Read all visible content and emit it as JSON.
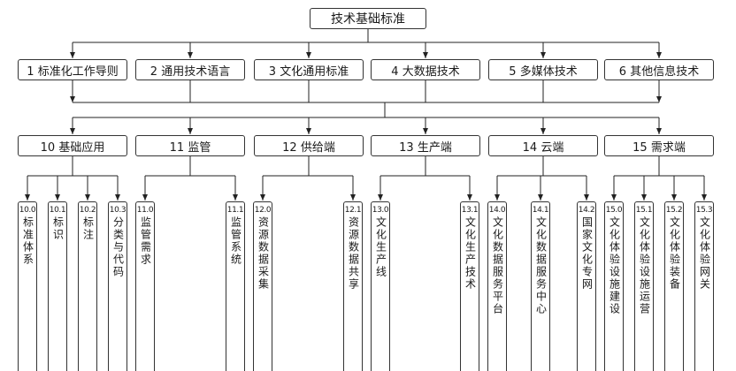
{
  "diagram": {
    "root": "技术基础标准",
    "categories": [
      "1 标准化工作导则",
      "2 通用技术语言",
      "3 文化通用标准",
      "4 大数据技术",
      "5 多媒体技术",
      "6 其他信息技术"
    ],
    "groups": [
      {
        "label": "10 基础应用",
        "children": [
          {
            "num": "10.0",
            "text": "标准体系"
          },
          {
            "num": "10.1",
            "text": "标识"
          },
          {
            "num": "10.2",
            "text": "标注"
          },
          {
            "num": "10.3",
            "text": "分类与代码"
          }
        ]
      },
      {
        "label": "11 监管",
        "children": [
          {
            "num": "11.0",
            "text": "监管需求"
          },
          {
            "num": "11.1",
            "text": "监管系统"
          }
        ]
      },
      {
        "label": "12 供给端",
        "children": [
          {
            "num": "12.0",
            "text": "资源数据采集"
          },
          {
            "num": "12.1",
            "text": "资源数据共享"
          }
        ]
      },
      {
        "label": "13 生产端",
        "children": [
          {
            "num": "13.0",
            "text": "文化生产线"
          },
          {
            "num": "13.1",
            "text": "文化生产技术"
          }
        ]
      },
      {
        "label": "14 云端",
        "children": [
          {
            "num": "14.0",
            "text": "文化数据服务平台"
          },
          {
            "num": "14.1",
            "text": "文化数据服务中心"
          },
          {
            "num": "14.2",
            "text": "国家文化专网"
          }
        ]
      },
      {
        "label": "15 需求端",
        "children": [
          {
            "num": "15.0",
            "text": "文化体验设施建设"
          },
          {
            "num": "15.1",
            "text": "文化体验设施运营"
          },
          {
            "num": "15.2",
            "text": "文化体验装备"
          },
          {
            "num": "15.3",
            "text": "文化体验网关"
          }
        ]
      }
    ]
  }
}
